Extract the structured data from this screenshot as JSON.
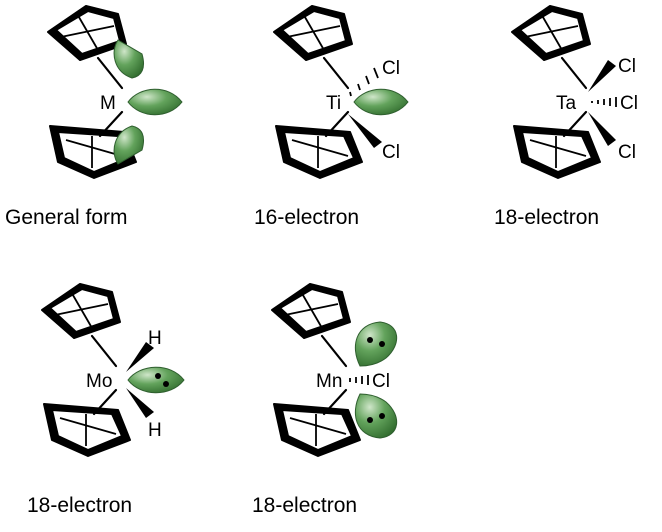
{
  "colors": {
    "lobe_light": "#cfe6c9",
    "lobe_mid": "#63a35c",
    "lobe_dark": "#2f6a2c"
  },
  "structures": [
    {
      "metal": "M",
      "ligands": [],
      "caption": "General form"
    },
    {
      "metal": "Ti",
      "ligands": [
        "Cl",
        "Cl"
      ],
      "caption": "16-electron"
    },
    {
      "metal": "Ta",
      "ligands": [
        "Cl",
        "Cl",
        "Cl"
      ],
      "caption": "18-electron"
    },
    {
      "metal": "Mo",
      "ligands": [
        "H",
        "H"
      ],
      "caption": "18-electron"
    },
    {
      "metal": "Mn",
      "ligands": [
        "Cl"
      ],
      "caption": "18-electron"
    }
  ]
}
